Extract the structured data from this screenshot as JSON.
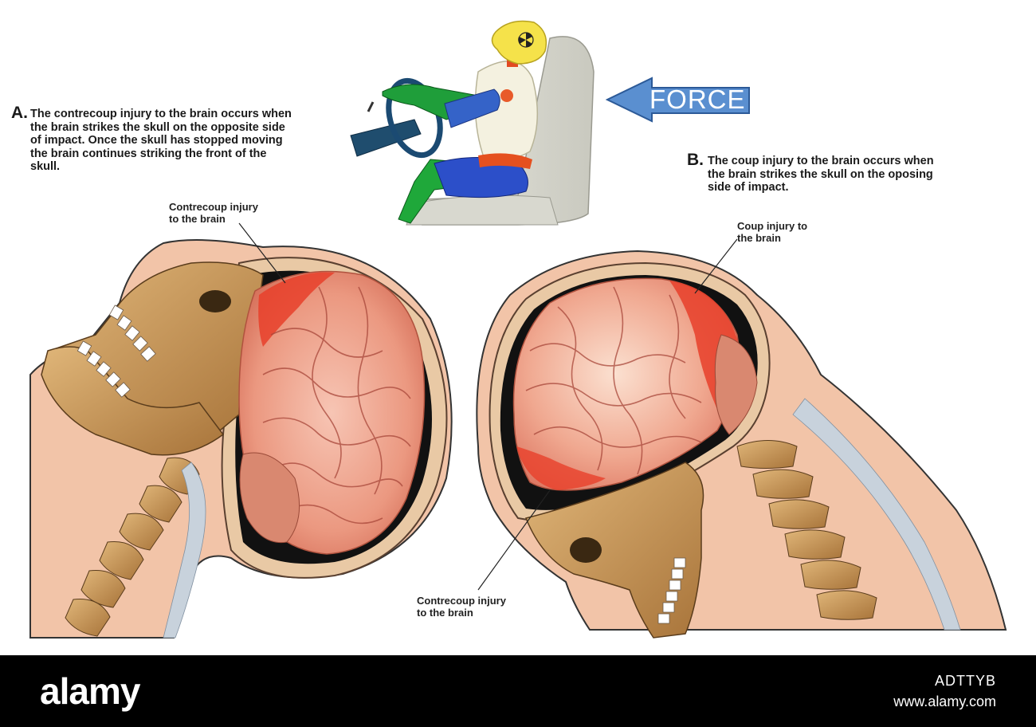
{
  "panel_a": {
    "letter": "A.",
    "description_lines": [
      "The contrecoup injury to the brain occurs when",
      "the brain strikes the skull on the opposite side",
      "of impact. Once the skull has stopped moving",
      "the brain continues striking the front of the",
      "skull."
    ],
    "label_lines": [
      "Contrecoup injury",
      "to the brain"
    ]
  },
  "panel_b": {
    "letter": "B.",
    "description_lines": [
      "The coup injury to the brain occurs when",
      "the brain strikes the skull on the oposing",
      "side of impact."
    ],
    "label_top_lines": [
      "Coup injury to",
      "the brain"
    ],
    "label_bottom_lines": [
      "Contrecoup injury",
      "to the brain"
    ]
  },
  "force_label": "FORCE",
  "footer": {
    "logo": "alamy",
    "image_id": "ADTTYB",
    "url": "www.alamy.com"
  },
  "colors": {
    "skin": "#f2c4a8",
    "outline": "#333333",
    "bone": "#c8964e",
    "brain": "#e88f78",
    "injury": "#e8402a",
    "force_arrow": "#5a8fd0",
    "footer_bg": "#000000"
  }
}
